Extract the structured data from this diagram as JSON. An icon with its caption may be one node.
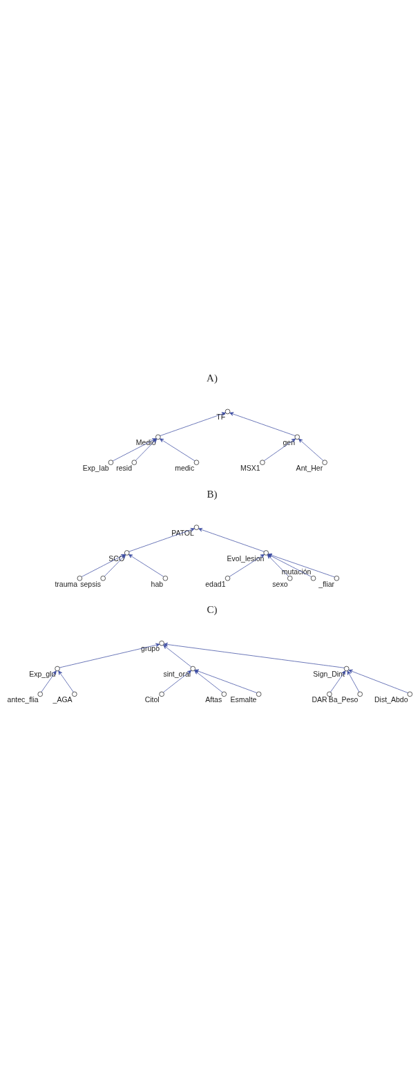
{
  "diagram": {
    "nodes": [
      {
        "text": [
          "Medio"
        ]
      },
      {
        "text": [
          "TF"
        ]
      },
      {
        "text": [
          "Exp_lab"
        ]
      },
      {
        "text": [
          "gen"
        ]
      },
      {
        "text": [
          "resid"
        ]
      },
      {
        "text": [
          "MSX1"
        ]
      },
      {
        "text": [
          "Ant_Her"
        ]
      },
      {
        "text": [
          "medic"
        ]
      },
      {
        "text": [
          "edad1"
        ]
      },
      {
        "text": [
          "trauma"
        ]
      },
      {
        "text": [
          "sexo"
        ]
      },
      {
        "text": [
          "sepsis"
        ]
      },
      {
        "text": [
          "mutación"
        ]
      },
      {
        "text": [
          "hab"
        ]
      },
      {
        "text": [
          "PATOL"
        ]
      },
      {
        "text": [
          "_fliar"
        ]
      },
      {
        "text": [
          "Evol_lesion"
        ]
      },
      {
        "text": [
          "SCO"
        ]
      },
      {
        "text": [
          "Citol"
        ]
      },
      {
        "text": [
          "DAR"
        ]
      },
      {
        "text": [
          "grupo"
        ]
      },
      {
        "text": [
          "Exp_glu"
        ]
      },
      {
        "text": [
          "sint_oral"
        ]
      },
      {
        "text": [
          "Sign_Dint"
        ]
      },
      {
        "text": [
          "antec_flia"
        ]
      },
      {
        "text": [
          "Aftas"
        ]
      },
      {
        "text": [
          "Ba_Peso"
        ]
      },
      {
        "text": [
          "_AGA"
        ]
      },
      {
        "text": [
          "Esmalte"
        ]
      },
      {
        "text": [
          "Dist_Abdo"
        ]
      }
    ],
    "edges": [
      {
        "from": 2,
        "to": 0,
        "arrow": "to"
      },
      {
        "from": 4,
        "to": 0,
        "arrow": "to"
      },
      {
        "from": 7,
        "to": 0,
        "arrow": "to"
      },
      {
        "from": 0,
        "to": 1,
        "arrow": "to"
      },
      {
        "from": 5,
        "to": 3,
        "arrow": "to"
      },
      {
        "from": 6,
        "to": 3,
        "arrow": "to"
      },
      {
        "from": 3,
        "to": 1,
        "arrow": "to"
      },
      {
        "from": 8,
        "to": 16,
        "arrow": "to"
      },
      {
        "from": 10,
        "to": 16,
        "arrow": "to"
      },
      {
        "from": 12,
        "to": 16,
        "arrow": "to"
      },
      {
        "from": 15,
        "to": 16,
        "arrow": "to"
      },
      {
        "from": 16,
        "to": 14,
        "arrow": "to"
      },
      {
        "from": 9,
        "to": 17,
        "arrow": "to"
      },
      {
        "from": 11,
        "to": 17,
        "arrow": "to"
      },
      {
        "from": 13,
        "to": 17,
        "arrow": "to"
      },
      {
        "from": 17,
        "to": 14,
        "arrow": "to"
      },
      {
        "from": 18,
        "to": 22,
        "arrow": "to"
      },
      {
        "from": 19,
        "to": 23,
        "arrow": "to"
      },
      {
        "from": 21,
        "to": 20,
        "arrow": "to"
      },
      {
        "from": 22,
        "to": 20,
        "arrow": "to"
      },
      {
        "from": 23,
        "to": 20,
        "arrow": "to"
      },
      {
        "from": 24,
        "to": 21,
        "arrow": "to"
      },
      {
        "from": 27,
        "to": 21,
        "arrow": "to"
      },
      {
        "from": 25,
        "to": 22,
        "arrow": "to"
      },
      {
        "from": 28,
        "to": 22,
        "arrow": "to"
      },
      {
        "from": 26,
        "to": 23,
        "arrow": "to"
      },
      {
        "from": 29,
        "to": 23,
        "arrow": "to"
      }
    ],
    "labels": [
      "A)",
      "B)",
      "C)"
    ]
  }
}
